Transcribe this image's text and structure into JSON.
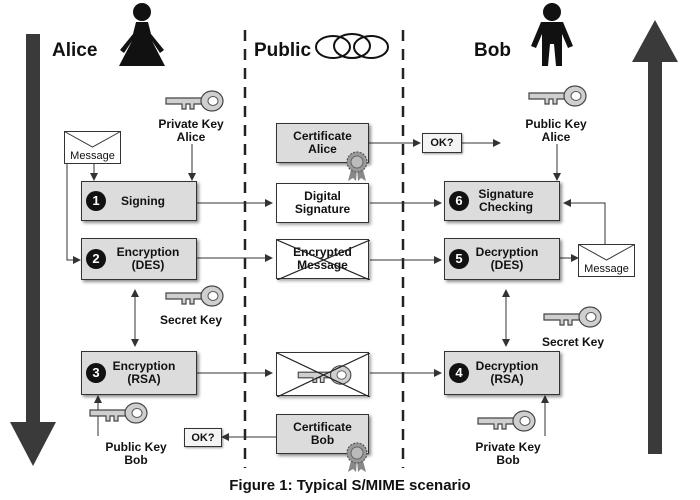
{
  "headers": {
    "alice": "Alice",
    "public": "Public",
    "bob": "Bob"
  },
  "alice_side": {
    "private_key_label": "Private Key\nAlice",
    "message_label": "Message",
    "step1": {
      "num": "1",
      "label": "Signing"
    },
    "step2": {
      "num": "2",
      "label": "Encryption\n(DES)"
    },
    "secret_key_label": "Secret Key",
    "step3": {
      "num": "3",
      "label": "Encryption\n(RSA)"
    },
    "public_key_label": "Public Key\nBob",
    "ok_label": "OK?"
  },
  "public_side": {
    "cert_alice": "Certificate\nAlice",
    "digital_signature": "Digital\nSignature",
    "encrypted_message": "Encrypted\nMessage",
    "cert_bob": "Certificate\nBob"
  },
  "bob_side": {
    "ok_label": "OK?",
    "public_key_label": "Public Key\nAlice",
    "step6": {
      "num": "6",
      "label": "Signature\nChecking"
    },
    "step5": {
      "num": "5",
      "label": "Decryption\n(DES)"
    },
    "message_label": "Message",
    "secret_key_label": "Secret Key",
    "step4": {
      "num": "4",
      "label": "Decryption\n(RSA)"
    },
    "private_key_label": "Private Key\nBob"
  },
  "caption": "Figure 1: Typical S/MIME scenario",
  "colors": {
    "box_fill": "#dcdcdc",
    "arrow": "#333333",
    "ink": "#111111"
  },
  "icons": [
    "person-icon",
    "cloud-icon",
    "key-icon",
    "envelope-icon",
    "seal-icon",
    "cross-icon"
  ]
}
